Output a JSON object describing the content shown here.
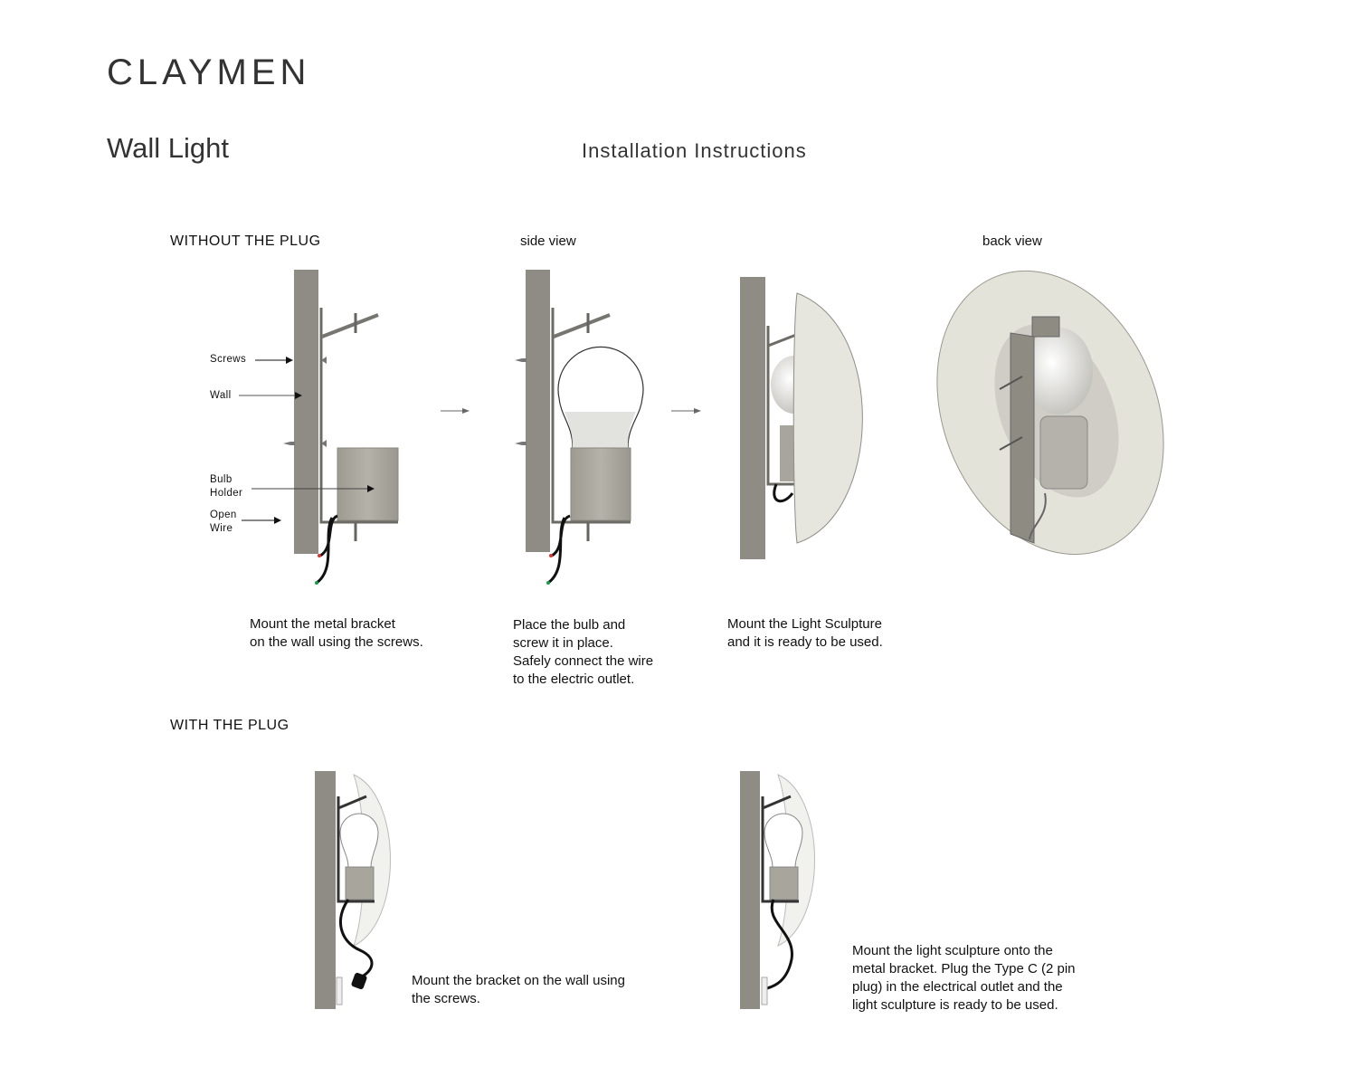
{
  "brand": "CLAYMEN",
  "product_title": "Wall Light",
  "document_title": "Installation Instructions",
  "sections": {
    "without_plug": {
      "title": "WITHOUT THE PLUG",
      "view_labels": {
        "side": "side view",
        "back": "back view"
      },
      "part_labels": {
        "screws": "Screws",
        "wall": "Wall",
        "bulb_holder": "Bulb Holder",
        "open_wire": "Open Wire"
      },
      "steps": [
        {
          "caption_lines": [
            "Mount the metal bracket",
            "on the wall using the screws."
          ]
        },
        {
          "caption_lines": [
            "Place the bulb and",
            "screw it in place.",
            "Safely connect the wire",
            "to the electric outlet."
          ]
        },
        {
          "caption_lines": [
            "Mount the Light Sculpture",
            "and it is ready to be used."
          ]
        }
      ]
    },
    "with_plug": {
      "title": "WITH THE PLUG",
      "steps": [
        {
          "caption_lines": [
            "Mount the bracket on the wall using",
            "the screws."
          ]
        },
        {
          "caption_lines": [
            "Mount the light sculpture onto the",
            "metal bracket. Plug the Type C (2 pin",
            "plug) in the electrical outlet and the",
            "light sculpture is ready to be used."
          ]
        }
      ]
    }
  },
  "colors": {
    "wall": "#8e8c85",
    "holder": "#aaa79e",
    "shade": "#e6e5de",
    "wire": "#111111"
  }
}
